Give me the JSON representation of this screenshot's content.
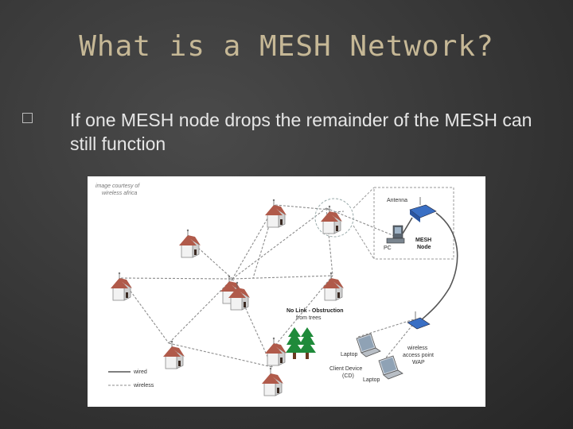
{
  "slide": {
    "title": "What is a MESH Network?",
    "bullets": [
      "If one MESH node drops the remainder of the MESH can still function"
    ]
  },
  "diagram": {
    "credit_line1": "image courtesy of",
    "credit_line2": "wireless africa",
    "labels": {
      "antenna": "Antenna",
      "pc": "PC",
      "mesh_node_line1": "MESH",
      "mesh_node_line2": "Node",
      "no_link_line1": "No Link - Obstruction",
      "no_link_line2": "from trees",
      "laptop_1": "Laptop",
      "laptop_2": "Laptop",
      "client_device_line1": "Client Device",
      "client_device_line2": "(CD)",
      "wap_line1": "wireless",
      "wap_line2": "access point",
      "wap_line3": "WAP"
    },
    "legend": {
      "wired": "wired",
      "wireless": "wireless"
    }
  }
}
